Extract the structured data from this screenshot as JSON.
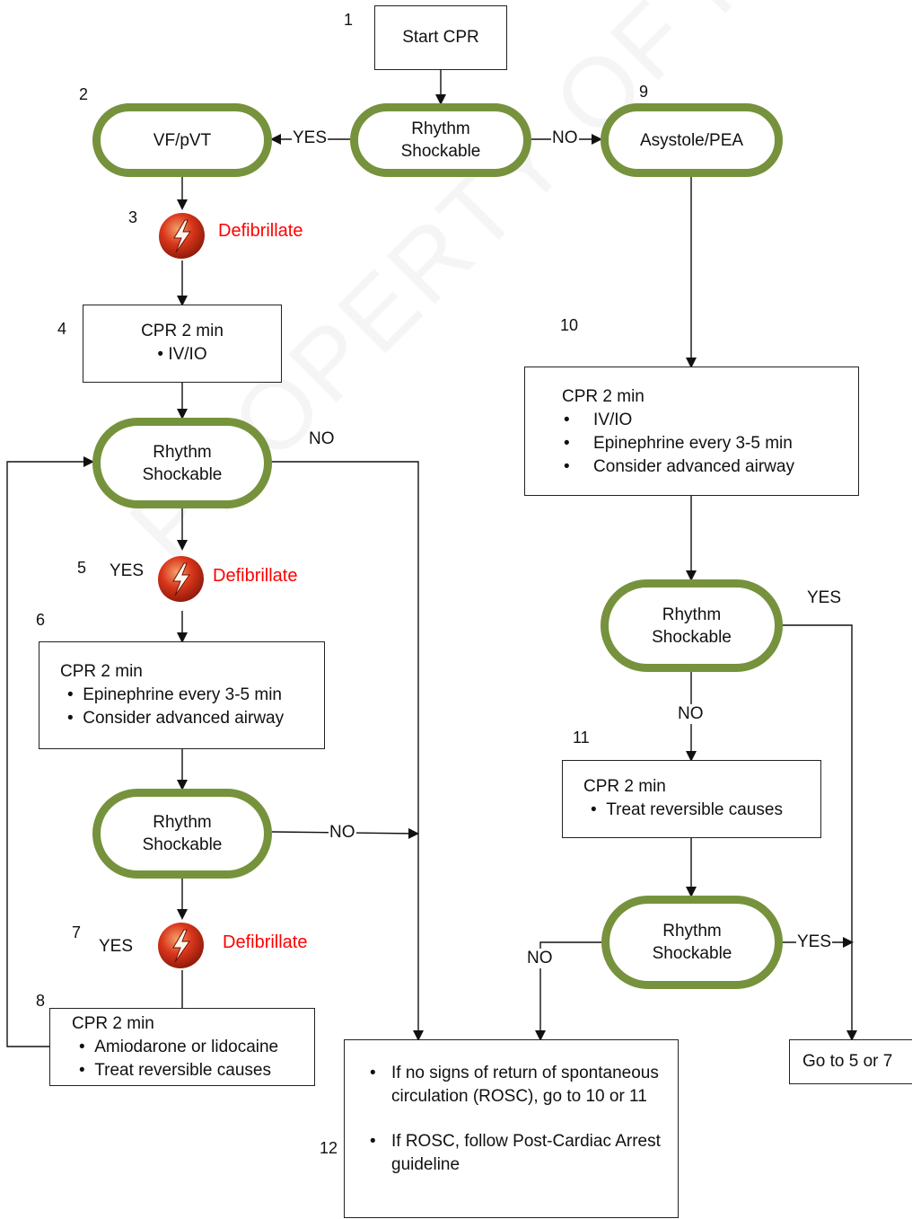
{
  "watermark": "PROPERTY OF FLI",
  "nodes": {
    "start": {
      "num": "1",
      "text": "Start CPR"
    },
    "rhythm_top": {
      "line1": "Rhythm",
      "line2": "Shockable"
    },
    "vf": {
      "num": "2",
      "text": "VF/pVT"
    },
    "asystole": {
      "num": "9",
      "text": "Asystole/PEA"
    },
    "defib1": {
      "num": "3",
      "text": "Defibrillate"
    },
    "cpr4": {
      "num": "4",
      "title": "CPR 2 min",
      "items": [
        "IV/IO"
      ]
    },
    "rhythm_l1": {
      "line1": "Rhythm",
      "line2": "Shockable"
    },
    "defib5": {
      "num": "5",
      "text": "Defibrillate",
      "yes": "YES"
    },
    "cpr6": {
      "num": "6",
      "title": "CPR 2 min",
      "items": [
        "Epinephrine every 3-5 min",
        "Consider advanced airway"
      ]
    },
    "rhythm_l2": {
      "line1": "Rhythm",
      "line2": "Shockable"
    },
    "defib7": {
      "num": "7",
      "text": "Defibrillate",
      "yes": "YES"
    },
    "cpr8": {
      "num": "8",
      "title": "CPR 2 min",
      "items": [
        "Amiodarone or lidocaine",
        "Treat reversible causes"
      ]
    },
    "cpr10": {
      "num": "10",
      "title": "CPR 2 min",
      "items": [
        "IV/IO",
        "Epinephrine every 3-5 min",
        "Consider advanced airway"
      ]
    },
    "rhythm_r1": {
      "line1": "Rhythm",
      "line2": "Shockable"
    },
    "cpr11": {
      "num": "11",
      "title": "CPR 2 min",
      "items": [
        "Treat reversible causes"
      ]
    },
    "rhythm_r2": {
      "line1": "Rhythm",
      "line2": "Shockable"
    },
    "box12": {
      "num": "12",
      "items": [
        "If no signs of return of spontaneous circulation (ROSC), go to 10 or 11",
        "If ROSC, follow Post-Cardiac Arrest guideline"
      ]
    },
    "goto": {
      "text": "Go to 5 or 7"
    }
  },
  "labels": {
    "yes_top": "YES",
    "no_top": "NO",
    "no_l1": "NO",
    "no_l2": "NO",
    "yes_r1": "YES",
    "no_r1": "NO",
    "yes_r2": "YES",
    "no_r2": "NO"
  },
  "colors": {
    "pill_border": "#76923c",
    "defib_text": "#ff0000",
    "bolt": "#d9361b"
  }
}
